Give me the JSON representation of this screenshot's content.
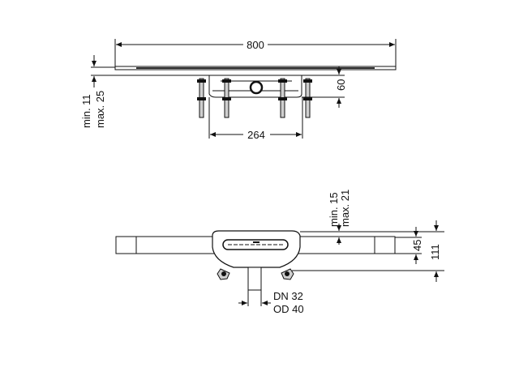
{
  "top_view": {
    "width_label": "800",
    "thickness_min": "min. 11",
    "thickness_max": "max. 25",
    "height_label": "60",
    "foot_spacing_label": "264"
  },
  "side_view": {
    "cover_min": "min. 15",
    "cover_max": "max. 21",
    "channel_height": "45",
    "total_height": "111",
    "pipe_dn": "DN 32",
    "pipe_od": "OD 40"
  }
}
